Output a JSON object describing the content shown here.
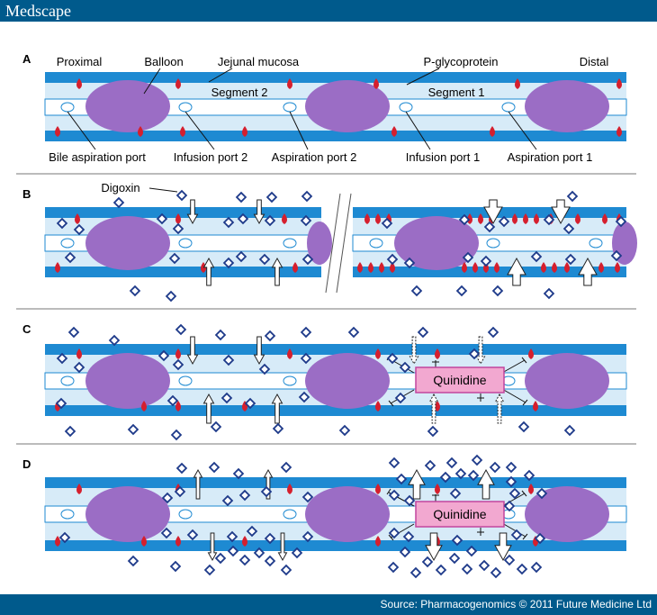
{
  "header": {
    "brand": "Medscape"
  },
  "footer": {
    "source": "Source: Pharmacogenomics © 2011 Future Medicine Ltd"
  },
  "colors": {
    "wall": "#1e8ad2",
    "lumen_light": "#d7ebf8",
    "balloon": "#9b6dc5",
    "pgp": "#d51f2e",
    "digoxin": "#1e3a8a",
    "quinidine_fill": "#f2a8d0",
    "quinidine_stroke": "#c2459e",
    "frame": "#005a8c"
  },
  "panels": {
    "a": {
      "letter": "A",
      "labels": {
        "proximal": "Proximal",
        "balloon": "Balloon",
        "jejunal_mucosa": "Jejunal mucosa",
        "pgp": "P-glycoprotein",
        "distal": "Distal",
        "segment2": "Segment 2",
        "segment1": "Segment 1",
        "bile_port": "Bile aspiration port",
        "infusion2": "Infusion port 2",
        "aspiration2": "Aspiration port 2",
        "infusion1": "Infusion port 1",
        "aspiration1": "Aspiration port 1"
      }
    },
    "b": {
      "letter": "B",
      "digoxin_label": "Digoxin"
    },
    "c": {
      "letter": "C",
      "quinidine": "Quinidine"
    },
    "d": {
      "letter": "D",
      "quinidine": "Quinidine"
    }
  }
}
